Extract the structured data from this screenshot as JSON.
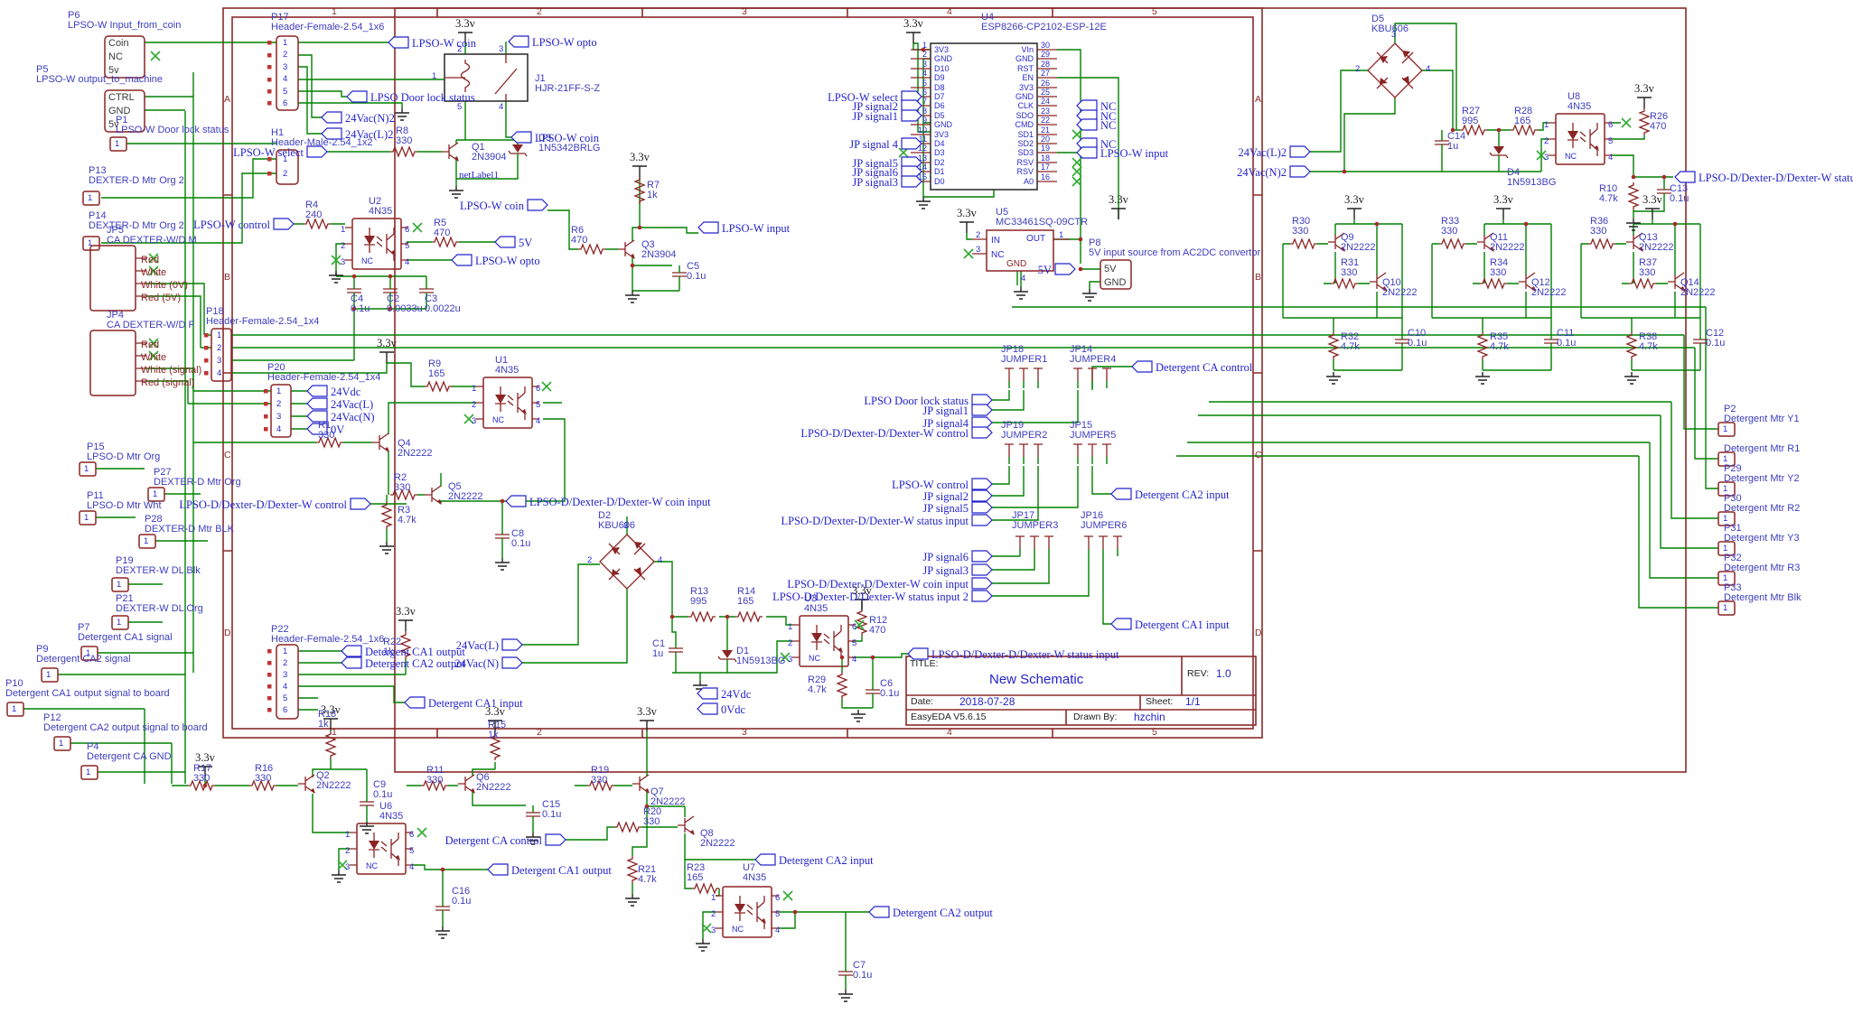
{
  "sheet": {
    "cols": [
      "1",
      "2",
      "3",
      "4",
      "5"
    ],
    "rows": [
      "A",
      "B",
      "C",
      "D"
    ],
    "title_label": "TITLE:",
    "title": "New Schematic",
    "rev_label": "REV:",
    "rev": "1.0",
    "date_label": "Date:",
    "date": "2018-07-28",
    "sheet_label": "Sheet:",
    "sheet_num": "1/1",
    "tool": "EasyEDA V5.6.15",
    "drawn_label": "Drawn By:",
    "drawn_by": "hzchin"
  },
  "colors": {
    "wire": "#008000",
    "symbol": "#8b2424",
    "flag_blue": "#2323cc",
    "frame": "#8b2a2a",
    "background": "#ffffff"
  },
  "flags": {
    "coin": "LPSO-W coin",
    "opto": "LPSO-W opto",
    "door": "LPSO Door lock status",
    "vn2": "24Vac(N)2",
    "vl2": "24Vac(L)2",
    "sel": "LPSO-W select",
    "ctrl": "LPSO-W control",
    "v5": "5V",
    "win": "LPSO-W input",
    "js1": "JP signal1",
    "js2": "JP signal2",
    "js3": "JP signal3",
    "js4": "JP signal 4",
    "js4b": "JP signal4",
    "js5": "JP signal5",
    "js6": "JP signal6",
    "nc": "NC",
    "dcc": "Detergent CA control",
    "ldc": "LPSO-D/Dexter-D/Dexter-W control",
    "dc2i": "Detergent CA2 input",
    "ldsi": "LPSO-D/Dexter-D/Dexter-W status input",
    "ldsi2": "LPSO-D/Dexter-D/Dexter-W status input 2",
    "ldci": "LPSO-D/Dexter-D/Dexter-W coin input",
    "dc1i": "Detergent CA1 input",
    "vl": "24Vac(L)",
    "vn": "24Vac(N)",
    "vdc": "24Vdc",
    "v0dc": "0Vdc",
    "dc1o": "Detergent CA1 output",
    "dc2o": "Detergent CA2 output",
    "v33": "3.3v",
    "v0": "0V",
    "net1": "netLabel1",
    "one": "1"
  },
  "parts": {
    "p6": {
      "r": "P6",
      "d": "LPSO-W Input_from_coin",
      "p": "Coin\nNC\n5v"
    },
    "p5": {
      "r": "P5",
      "d": "LPSO-W output_to_machine",
      "p": "CTRL\nGND\n5v"
    },
    "p1": {
      "r": "P1",
      "d": "LPSO-W Door lock status"
    },
    "p13": {
      "r": "P13",
      "d": "DEXTER-D Mtr Org 2"
    },
    "p14": {
      "r": "P14",
      "d": "DEXTER-D Mtr Org 2"
    },
    "p17": {
      "r": "P17",
      "d": "Header-Female-2.54_1x6",
      "p": "1\n2\n3\n4\n5\n6"
    },
    "h1": {
      "r": "H1",
      "d": "Header-Male-2.54_1x2",
      "p": "1\n2"
    },
    "j1": {
      "r": "J1",
      "v": "HJR-21FF-S-Z"
    },
    "q1": {
      "r": "Q1",
      "v": "2N3904"
    },
    "d3": {
      "r": "D3",
      "v": "1N5342BRLG"
    },
    "r8": {
      "r": "R8",
      "v": "330"
    },
    "u2": {
      "r": "U2",
      "v": "4N35"
    },
    "r4": {
      "r": "R4",
      "v": "240"
    },
    "r5": {
      "r": "R5",
      "v": "470"
    },
    "c4": {
      "r": "C4",
      "v": "0.1u"
    },
    "c2": {
      "r": "C2",
      "v": "0.0033u"
    },
    "c3": {
      "r": "C3",
      "v": "0.0022u"
    },
    "jp5": {
      "r": "JP5",
      "d": "CA DEXTER-W/D M",
      "p": "Red\nWhite\nWhite (0V)\nRed (5V)"
    },
    "jp4": {
      "r": "JP4",
      "d": "CA DEXTER-W/D F",
      "p": "Red\nWhite\nWhite (signal)\nRed (signal)"
    },
    "p18": {
      "r": "P18",
      "d": "Header-Female-2.54_1x4",
      "p": "1\n2\n3\n4"
    },
    "p20": {
      "r": "P20",
      "d": "Header-Female-2.54_1x4",
      "p": "1\n2\n3\n4"
    },
    "p15": {
      "r": "P15",
      "d": "LPSO-D Mtr Org"
    },
    "p27": {
      "r": "P27",
      "d": "DEXTER-D Mtr Org"
    },
    "p11": {
      "r": "P11",
      "d": "LPSO-D Mtr Wht"
    },
    "p28": {
      "r": "P28",
      "d": "DEXTER-D Mtr BLK"
    },
    "p19": {
      "r": "P19",
      "d": "DEXTER-W DL Blk"
    },
    "p21": {
      "r": "P21",
      "d": "DEXTER-W DL Org"
    },
    "r9": {
      "r": "R9",
      "v": "165"
    },
    "u1": {
      "r": "U1",
      "v": "4N35"
    },
    "r1": {
      "r": "R1",
      "v": "330"
    },
    "q4": {
      "r": "Q4",
      "v": "2N2222"
    },
    "r2": {
      "r": "R2",
      "v": "330"
    },
    "q5": {
      "r": "Q5",
      "v": "2N2222"
    },
    "r3": {
      "r": "R3",
      "v": "4.7k"
    },
    "c8": {
      "r": "C8",
      "v": "0.1u"
    },
    "r7": {
      "r": "R7",
      "v": "1k"
    },
    "r6": {
      "r": "R6",
      "v": "470"
    },
    "q3": {
      "r": "Q3",
      "v": "2N3904"
    },
    "c5": {
      "r": "C5",
      "v": "0.1u"
    },
    "u4": {
      "r": "U4",
      "v": "ESP8266-CP2102-ESP-12E",
      "ln": "3V3\nGND\nD10\nD9\nD8\nD7\nD6\nD5\nGND\n3V3\nD4\nD3\nD2\nD1\nD0",
      "lp": "1\n2\n3\n4\n5\n6\n7\n8\n9\n10\n11\n12\n13\n14\n15",
      "rn": "VIn\nGND\nRST\nEN\n3V3\nGND\nCLK\nSDO\nCMD\nSD1\nSD2\nSD3\nRSV\nRSV\nA0",
      "rp": "30\n29\n28\n27\n26\n25\n24\n23\n22\n21\n20\n19\n18\n17\n16"
    },
    "u5": {
      "r": "U5",
      "v": "MC33461SQ-09CTR",
      "pi": "IN\nNC",
      "po": "OUT",
      "pg": "GND",
      "n2": "2",
      "n3": "3",
      "n1": "1",
      "n4": "4"
    },
    "p8": {
      "r": "P8",
      "d": "5V input source from AC2DC convertor",
      "p": "5V\nGND"
    },
    "d5": {
      "r": "D5",
      "v": "KBU606"
    },
    "c14": {
      "r": "C14",
      "v": "1u"
    },
    "r27": {
      "r": "R27",
      "v": "995"
    },
    "r28": {
      "r": "R28",
      "v": "165"
    },
    "d4": {
      "r": "D4",
      "v": "1N5913BG"
    },
    "u8": {
      "r": "U8",
      "v": "4N35"
    },
    "r26": {
      "r": "R26",
      "v": "470"
    },
    "r10": {
      "r": "R10",
      "v": "4.7k"
    },
    "c13": {
      "r": "C13",
      "v": "0.1u"
    },
    "r30": {
      "r": "R30",
      "v": "330"
    },
    "q9": {
      "r": "Q9",
      "v": "2N2222"
    },
    "r31": {
      "r": "R31",
      "v": "330"
    },
    "q10": {
      "r": "Q10",
      "v": "2N2222"
    },
    "r32": {
      "r": "R32",
      "v": "4.7k"
    },
    "c10": {
      "r": "C10",
      "v": "0.1u"
    },
    "r33": {
      "r": "R33",
      "v": "330"
    },
    "q11": {
      "r": "Q11",
      "v": "2N2222"
    },
    "r34": {
      "r": "R34",
      "v": "330"
    },
    "q12": {
      "r": "Q12",
      "v": "2N2222"
    },
    "r35": {
      "r": "R35",
      "v": "4.7k"
    },
    "c11": {
      "r": "C11",
      "v": "0.1u"
    },
    "r36": {
      "r": "R36",
      "v": "330"
    },
    "q13": {
      "r": "Q13",
      "v": "2N2222"
    },
    "r37": {
      "r": "R37",
      "v": "330"
    },
    "q14": {
      "r": "Q14",
      "v": "2N2222"
    },
    "r38": {
      "r": "R38",
      "v": "4.7k"
    },
    "c12": {
      "r": "C12",
      "v": "0.1u"
    },
    "jp18": {
      "r": "JP18",
      "v": "JUMPER1"
    },
    "jp14": {
      "r": "JP14",
      "v": "JUMPER4"
    },
    "jp19": {
      "r": "JP19",
      "v": "JUMPER2"
    },
    "jp15": {
      "r": "JP15",
      "v": "JUMPER5"
    },
    "jp17": {
      "r": "JP17",
      "v": "JUMPER3"
    },
    "jp16": {
      "r": "JP16",
      "v": "JUMPER6"
    },
    "d2": {
      "r": "D2",
      "v": "KBU606"
    },
    "r13": {
      "r": "R13",
      "v": "995"
    },
    "r14": {
      "r": "R14",
      "v": "165"
    },
    "c1": {
      "r": "C1",
      "v": "1u"
    },
    "d1": {
      "r": "D1",
      "v": "1N5913BG"
    },
    "u3": {
      "r": "U3",
      "v": "4N35"
    },
    "r12": {
      "r": "R12",
      "v": "470"
    },
    "r29": {
      "r": "R29",
      "v": "4.7k"
    },
    "c6": {
      "r": "C6",
      "v": "0.1u"
    },
    "p22": {
      "r": "P22",
      "d": "Header-Female-2.54_1x6",
      "p": "1\n2\n3\n4\n5\n6"
    },
    "r22": {
      "r": "R22",
      "v": "1k"
    },
    "p7": {
      "r": "P7",
      "d": "Detergent CA1 signal"
    },
    "p9": {
      "r": "P9",
      "d": "Detergent CA2 signal"
    },
    "p10": {
      "r": "P10",
      "d": "Detergent CA1 output signal to board"
    },
    "p12": {
      "r": "P12",
      "d": "Detergent CA2 output signal to board"
    },
    "p4": {
      "r": "P4",
      "d": "Detergent CA GND"
    },
    "r17": {
      "r": "R17",
      "v": "330"
    },
    "r16": {
      "r": "R16",
      "v": "330"
    },
    "q2": {
      "r": "Q2",
      "v": "2N2222"
    },
    "r18": {
      "r": "R18",
      "v": "1k"
    },
    "c9": {
      "r": "C9",
      "v": "0.1u"
    },
    "u6": {
      "r": "U6",
      "v": "4N35"
    },
    "c16": {
      "r": "C16",
      "v": "0.1u"
    },
    "r11": {
      "r": "R11",
      "v": "330"
    },
    "q6": {
      "r": "Q6",
      "v": "2N2222"
    },
    "c15": {
      "r": "C15",
      "v": "0.1u"
    },
    "r15": {
      "r": "R15",
      "v": "1k"
    },
    "r19": {
      "r": "R19",
      "v": "330"
    },
    "q7": {
      "r": "Q7",
      "v": "2N2222"
    },
    "r20": {
      "r": "R20",
      "v": "330"
    },
    "q8": {
      "r": "Q8",
      "v": "2N2222"
    },
    "r21": {
      "r": "R21",
      "v": "4.7k"
    },
    "r23": {
      "r": "R23",
      "v": "165"
    },
    "u7": {
      "r": "U7",
      "v": "4N35"
    },
    "c7": {
      "r": "C7",
      "v": "0.1u"
    }
  },
  "misc": {
    "l123": "1\n2\n3",
    "r654": "6\n5\n4",
    "b2": "2",
    "b3": "3",
    "b4": "4",
    "j1p1": "1",
    "j1p2": "2",
    "j1p3": "3",
    "j1p4": "4",
    "j1p5": "5"
  },
  "mtr": {
    "rows": [
      {
        "r": "P2",
        "n": "Detergent Mtr Y1"
      },
      {
        "r": "",
        "n": "Detergent Mtr R1"
      },
      {
        "r": "P29",
        "n": "Detergent Mtr Y2"
      },
      {
        "r": "P30",
        "n": "Detergent Mtr R2"
      },
      {
        "r": "P31",
        "n": "Detergent Mtr Y3"
      },
      {
        "r": "P32",
        "n": "Detergent Mtr R3"
      },
      {
        "r": "P33",
        "n": "Detergent Mtr Blk"
      }
    ]
  }
}
